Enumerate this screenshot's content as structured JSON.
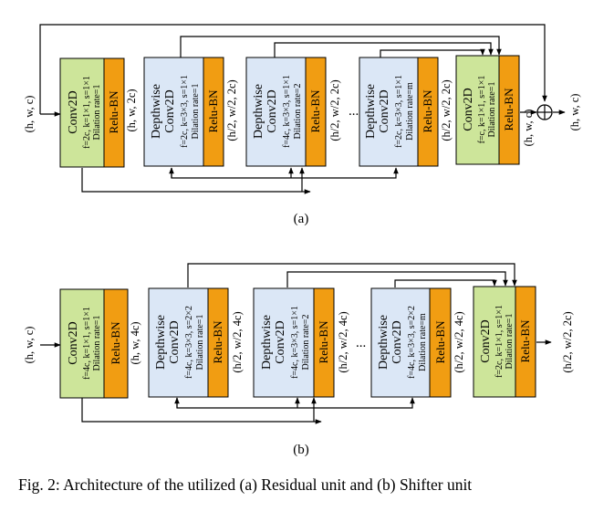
{
  "diagram_a": {
    "input_dim": "(h, w, c)",
    "output_dim": "(h, w, c)",
    "blocks": [
      {
        "title": "Conv2D",
        "params": "f=2c, k=1×1, s=1×1",
        "dilation": "Dilation rate=1",
        "activation": "Relu-BN",
        "dim_after": "(h, w, 2c)"
      },
      {
        "title": "Depthwise",
        "title2": "Conv2D",
        "params": "f=2c, k=3×3, s=1×1",
        "dilation": "Dilation rate=1",
        "activation": "Relu-BN",
        "dim_after": "(h/2, w/2, 2c)"
      },
      {
        "title": "Depthwise",
        "title2": "Conv2D",
        "params": "f=4c, k=3×3, s=1×1",
        "dilation": "Dilation rate=2",
        "activation": "Relu-BN",
        "dim_after": "(h/2, w/2, 2c)"
      },
      {
        "title": "Depthwise",
        "title2": "Conv2D",
        "params": "f=2c, k=3×3, s=1×1",
        "dilation": "Dilation rate=m",
        "activation": "Relu-BN",
        "dim_after": "(h/2, w/2, 2c)"
      },
      {
        "title": "Conv2D",
        "params": "f=c, k=1×1, s=1×1",
        "dilation": "Dilation rate=1",
        "activation": "Relu-BN",
        "dim_after": "(h, w, c)"
      }
    ],
    "ellipsis": "...",
    "sum_symbol": "⊕",
    "label": "(a)"
  },
  "diagram_b": {
    "input_dim": "(h, w, c)",
    "output_dim": "(h/2, w/2, 2c)",
    "blocks": [
      {
        "title": "Conv2D",
        "params": "f=4c, k=1×1, s=1×1",
        "dilation": "Dilation rate=1",
        "activation": "Relu-BN",
        "dim_after": "(h, w, 4c)"
      },
      {
        "title": "Depthwise",
        "title2": "Conv2D",
        "params": "f=4c, k=3×3, s=2×2",
        "dilation": "Dilation rate=1",
        "activation": "Relu-BN",
        "dim_after": "(h/2, w/2, 4c)"
      },
      {
        "title": "Depthwise",
        "title2": "Conv2D",
        "params": "f=4c, k=3×3, s=1×1",
        "dilation": "Dilation rate=2",
        "activation": "Relu-BN",
        "dim_after": "(h/2, w/2, 4c)"
      },
      {
        "title": "Depthwise",
        "title2": "Conv2D",
        "params": "f=4c, k=3×3, s=2×2",
        "dilation": "Dilation rate=m",
        "activation": "Relu-BN",
        "dim_after": "(h/2, w/2, 4c)"
      },
      {
        "title": "Conv2D",
        "params": "f=2c, k=1×1, s=1×1",
        "dilation": "Dilation rate=1",
        "activation": "Relu-BN",
        "dim_after": ""
      }
    ],
    "ellipsis": "...",
    "label": "(b)"
  },
  "caption": "Fig. 2: Architecture of the utilized (a) Residual unit and (b) Shifter unit",
  "colors": {
    "conv_green": "#cde59a",
    "depthwise_blue": "#dbe7f6",
    "relu_orange": "#f19d12",
    "stroke": "#000000"
  }
}
